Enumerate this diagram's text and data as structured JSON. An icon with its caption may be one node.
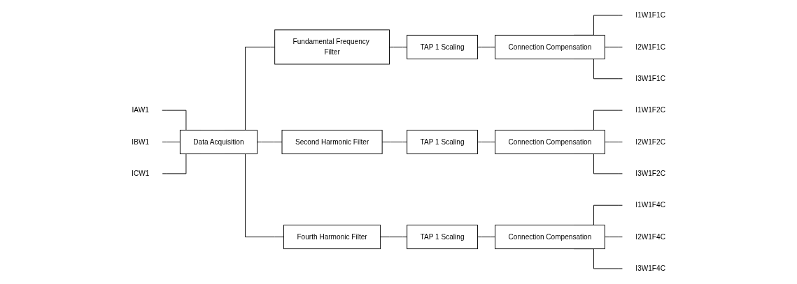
{
  "diagram": {
    "nodes": [
      {
        "text": [
          "IAW1"
        ]
      },
      {
        "text": [
          "IBW1"
        ]
      },
      {
        "text": [
          "ICW1"
        ]
      },
      {
        "text": [
          "Data Acquisition"
        ]
      },
      {
        "text": [
          "Fundamental Frequency Filter"
        ]
      },
      {
        "text": [
          "TAP 1 Scaling"
        ]
      },
      {
        "text": [
          "Connection Compensation"
        ]
      },
      {
        "text": [
          "I1W1F1C"
        ]
      },
      {
        "text": [
          "I2W1F1C"
        ]
      },
      {
        "text": [
          "I3W1F1C"
        ]
      },
      {
        "text": [
          "Second Harmonic Filter"
        ]
      },
      {
        "text": [
          "TAP 1 Scaling"
        ]
      },
      {
        "text": [
          "Connection Compensation"
        ]
      },
      {
        "text": [
          "I1W1F2C"
        ]
      },
      {
        "text": [
          "I2W1F2C"
        ]
      },
      {
        "text": [
          "I3W1F2C"
        ]
      },
      {
        "text": [
          "Fourth Harmonic Filter"
        ]
      },
      {
        "text": [
          "TAP 1 Scaling"
        ]
      },
      {
        "text": [
          "Connection Compensation"
        ]
      },
      {
        "text": [
          "I1W1F4C"
        ]
      },
      {
        "text": [
          "I2W1F4C"
        ]
      },
      {
        "text": [
          "I3W1F4C"
        ]
      }
    ],
    "edges": [
      {
        "from": 0,
        "to": 3,
        "arrow": "none"
      },
      {
        "from": 1,
        "to": 3,
        "arrow": "none"
      },
      {
        "from": 2,
        "to": 3,
        "arrow": "none"
      },
      {
        "from": 3,
        "to": 4,
        "arrow": "none"
      },
      {
        "from": 3,
        "to": 10,
        "arrow": "none"
      },
      {
        "from": 3,
        "to": 16,
        "arrow": "none"
      },
      {
        "from": 4,
        "to": 5,
        "arrow": "none"
      },
      {
        "from": 5,
        "to": 6,
        "arrow": "none"
      },
      {
        "from": 6,
        "to": 7,
        "arrow": "none"
      },
      {
        "from": 6,
        "to": 8,
        "arrow": "none"
      },
      {
        "from": 6,
        "to": 9,
        "arrow": "none"
      },
      {
        "from": 10,
        "to": 11,
        "arrow": "none"
      },
      {
        "from": 11,
        "to": 12,
        "arrow": "none"
      },
      {
        "from": 12,
        "to": 13,
        "arrow": "none"
      },
      {
        "from": 12,
        "to": 14,
        "arrow": "none"
      },
      {
        "from": 12,
        "to": 15,
        "arrow": "none"
      },
      {
        "from": 16,
        "to": 17,
        "arrow": "none"
      },
      {
        "from": 17,
        "to": 18,
        "arrow": "none"
      },
      {
        "from": 18,
        "to": 19,
        "arrow": "none"
      },
      {
        "from": 18,
        "to": 20,
        "arrow": "none"
      },
      {
        "from": 18,
        "to": 21,
        "arrow": "none"
      }
    ]
  }
}
